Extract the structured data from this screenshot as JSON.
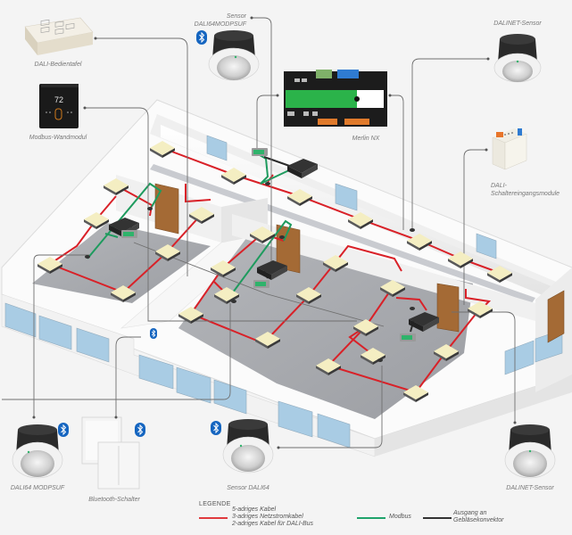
{
  "diagram": {
    "title": "DALI lighting control system overview",
    "devices": [
      {
        "id": "dali_panel",
        "label": "DALI-Bedientafel",
        "bluetooth": false
      },
      {
        "id": "modbus_wall",
        "label": "Modbus-Wandmodul",
        "display_value": "72",
        "bluetooth": false
      },
      {
        "id": "sensor_modpsuf_top",
        "label_line1": "Sensor",
        "label_line2": "DALI64MODPSUF",
        "bluetooth": true
      },
      {
        "id": "merlin",
        "label": "Merlin NX",
        "bluetooth": false
      },
      {
        "id": "dalinet_top",
        "label": "DALINET-Sensor",
        "bluetooth": false
      },
      {
        "id": "switch_module",
        "label_line1": "DALI-",
        "label_line2": "Schaltereingangsmodule",
        "bluetooth": false
      },
      {
        "id": "dali64_modpsuf",
        "label": "DALI64 MODPSUF",
        "bluetooth": true
      },
      {
        "id": "bt_switch",
        "label": "Bluetooth-Schalter",
        "bluetooth": true
      },
      {
        "id": "sensor_dali64",
        "label": "Sensor DALI64",
        "bluetooth": true
      },
      {
        "id": "dalinet_bottom",
        "label": "DALINET-Sensor",
        "bluetooth": false
      }
    ],
    "icons": {
      "bluetooth": "bluetooth-icon",
      "light_panel": "ceiling-light-panel-icon",
      "door": "door-icon",
      "window": "window-icon"
    }
  },
  "legend": {
    "title": "LEGENDE",
    "items": [
      {
        "lines": [
          "5-adriges Kabel",
          "3-adriges Netzstromkabel",
          "2-adriges Kabel für DALI-Bus"
        ],
        "color": "#e03a3e"
      },
      {
        "lines": [
          "Modbus"
        ],
        "color": "#1fa36b"
      },
      {
        "lines": [
          "Ausgang an",
          "Gebläsekonvektor"
        ],
        "color": "#333333"
      }
    ]
  },
  "colors": {
    "background": "#f4f4f4",
    "wall": "#ffffff",
    "wall_shade": "#e6e6e6",
    "floor": "#a9abb0",
    "window": "#a9cce4",
    "door": "#a46a35",
    "panel": "#f4eec2",
    "power_cable": "#d92128",
    "modbus_cable": "#1e9b5e",
    "output_cable": "#2b2b2b",
    "connector": "#777777",
    "bluetooth": "#1565c0"
  }
}
